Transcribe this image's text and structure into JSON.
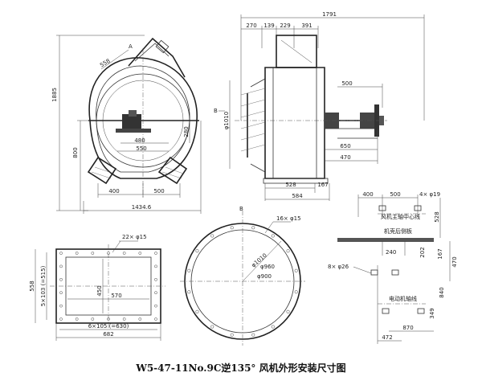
{
  "caption": "W5-47-11No.9C逆135° 风机外形安装尺寸图",
  "front_view": {
    "height_total": "1885",
    "height_axis": "800",
    "outlet_side": "558",
    "mark_a": "A",
    "base_inner": "480",
    "base_outer": "550",
    "offset": "280",
    "foot_left": "400",
    "foot_right": "500",
    "width_total": "1434.6"
  },
  "side_view": {
    "length_total": "1791",
    "seg1": "270",
    "seg2": "139",
    "seg3": "229",
    "seg4": "391",
    "shaft_ext": "500",
    "mark_b": "B",
    "inlet_dia": "φ1010",
    "bearing_span": "650",
    "bearing_gap": "470",
    "base_a": "528",
    "base_b": "167",
    "base_c": "584"
  },
  "outlet_flange": {
    "holes": "22× φ15",
    "height": "558",
    "vert_pitch": "5×103 (=515)",
    "inner_h": "450",
    "inner_w": "570",
    "horiz_pitch": "6×105 (=630)",
    "width": "682"
  },
  "inlet_flange": {
    "mark_b": "B",
    "holes": "16× φ15",
    "d_outer": "φ1010",
    "d_pitch": "φ960",
    "d_inner": "φ900"
  },
  "base_plan": {
    "dim_400": "400",
    "dim_500": "500",
    "holes_top": "4× φ19",
    "fan_axis_label": "风机主轴中心线",
    "casing_plate_label": "机壳后侧板",
    "dim_528": "528",
    "dim_202": "202",
    "dim_240": "240",
    "dim_167": "167",
    "dim_470": "470",
    "holes_mid": "8× φ26",
    "motor_axis_label": "电动机轴线",
    "dim_840": "840",
    "dim_349": "349",
    "dim_870": "870",
    "dim_472": "472"
  }
}
